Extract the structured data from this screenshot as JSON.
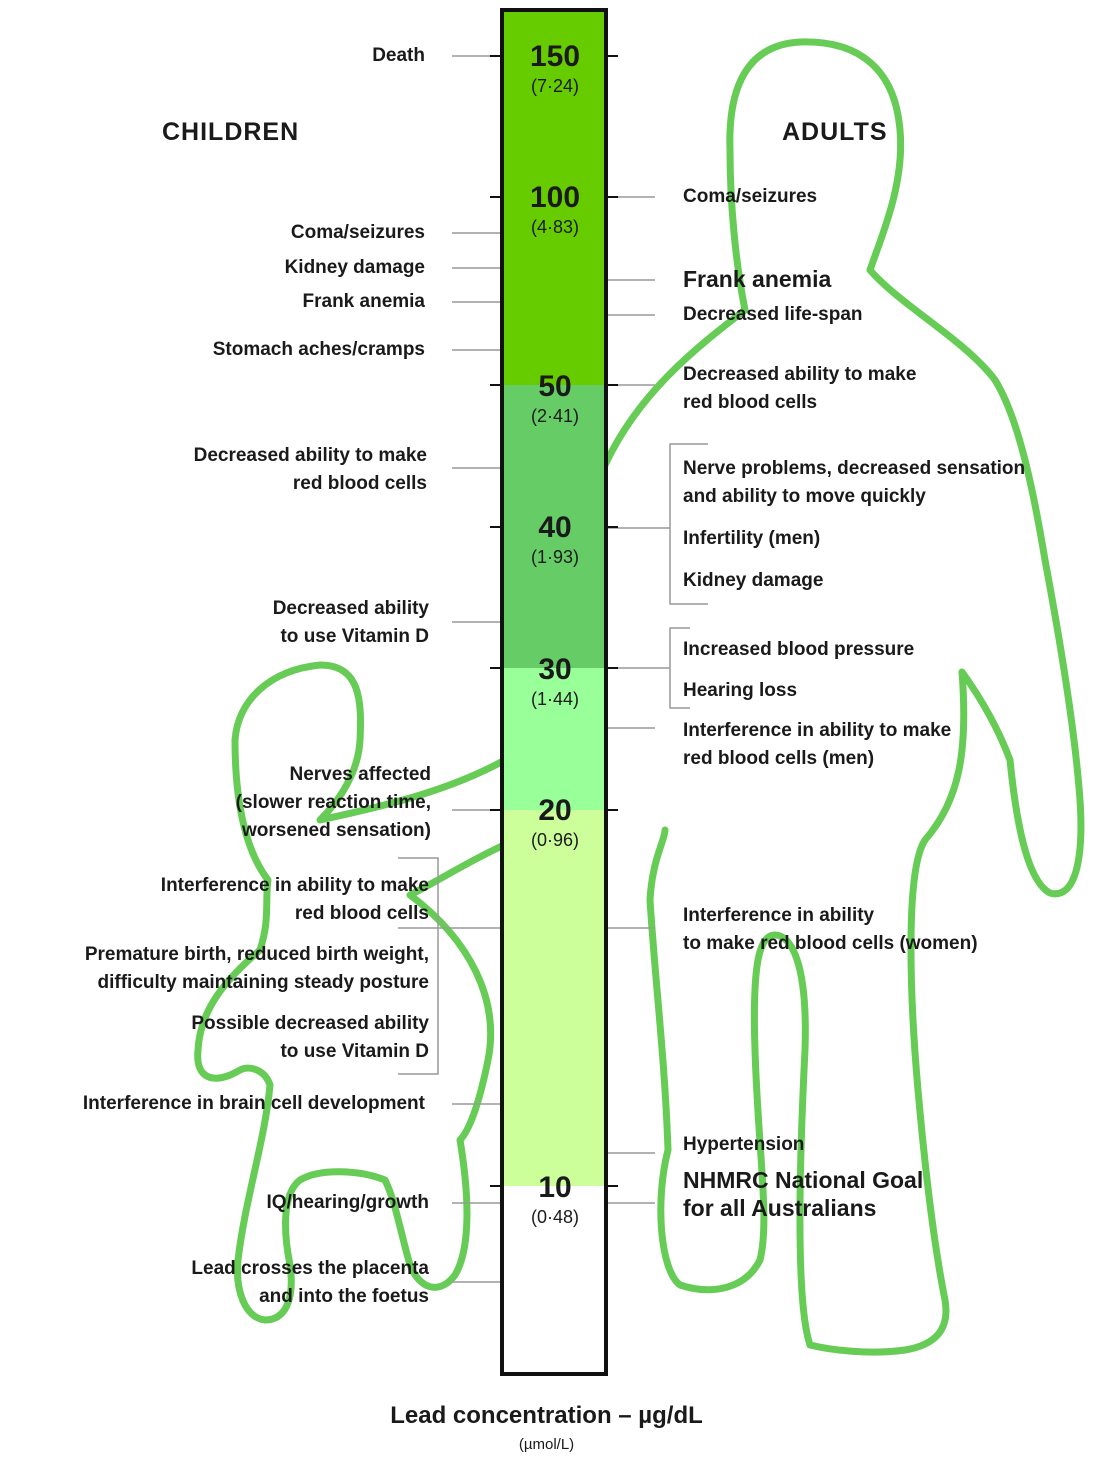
{
  "headings": {
    "children": "CHILDREN",
    "adults": "ADULTS"
  },
  "scale": {
    "bands": [
      {
        "from": 0,
        "to": 10,
        "color": "#ffffff"
      },
      {
        "from": 10,
        "to": 20,
        "color": "#ccff99"
      },
      {
        "from": 20,
        "to": 30,
        "color": "#99ff99"
      },
      {
        "from": 30,
        "to": 50,
        "color": "#66cc66"
      },
      {
        "from": 50,
        "to": 150,
        "color": "#66cc00"
      }
    ],
    "ticks": [
      {
        "ugdl": "150",
        "umol": "(7·24)"
      },
      {
        "ugdl": "100",
        "umol": "(4·83)"
      },
      {
        "ugdl": "50",
        "umol": "(2·41)"
      },
      {
        "ugdl": "40",
        "umol": "(1·93)"
      },
      {
        "ugdl": "30",
        "umol": "(1·44)"
      },
      {
        "ugdl": "20",
        "umol": "(0·96)"
      },
      {
        "ugdl": "10",
        "umol": "(0·48)"
      }
    ]
  },
  "children_effects": [
    "Death",
    "Coma/seizures",
    "Kidney damage",
    "Frank anemia",
    "Stomach aches/cramps",
    "Decreased ability to make\nred blood cells",
    "Decreased ability\nto use Vitamin D",
    "Nerves affected\n(slower reaction time,\nworsened sensation)",
    "Interference in ability to make\nred blood cells",
    "Premature birth, reduced birth weight,\ndifficulty maintaining steady posture",
    "Possible decreased ability\nto use Vitamin D",
    "Interference in brain cell development",
    "IQ/hearing/growth",
    "Lead crosses the placenta\nand into the foetus"
  ],
  "adult_effects": [
    "Coma/seizures",
    "Frank anemia",
    "Decreased life-span",
    "Decreased ability to make\nred blood cells",
    "Nerve problems, decreased sensation\nand ability to move quickly",
    "Infertility (men)",
    "Kidney damage",
    "Increased blood pressure",
    "Hearing loss",
    "Interference in ability to make\nred blood cells (men)",
    "Interference in ability\nto make red blood cells (women)",
    "Hypertension",
    "NHMRC National Goal\nfor all Australians"
  ],
  "footer": {
    "title": "Lead concentration – µg/dL",
    "subtitle": "(µmol/L)"
  },
  "colors": {
    "outline": "#66cc55",
    "bar_border": "#111111",
    "leader": "#999999"
  }
}
